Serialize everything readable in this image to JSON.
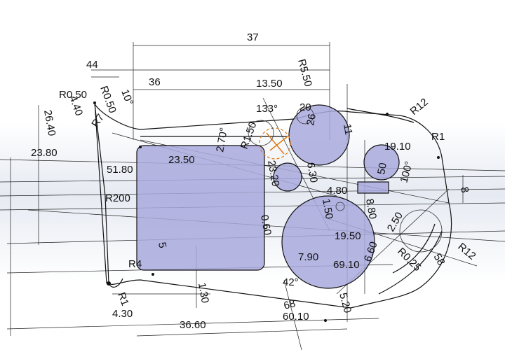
{
  "colors": {
    "face_fill": "#a9a9dd",
    "line": "#111111",
    "construction": "#e07a10",
    "background": "#e6eaf2"
  },
  "dimensions": {
    "d37": "37",
    "d44": "44",
    "d36": "36",
    "d13_50": "13.50",
    "r5_50": "R5.50",
    "d133": "133°",
    "r12": "R12",
    "r1": "R1",
    "r0_50a": "R0.50",
    "r0_50b": "R0.50",
    "d10deg": "10°",
    "d4_40": "4.40",
    "r7": "R7",
    "d26_40": "26.40",
    "d23_80": "23.80",
    "d2_70": "2.70°",
    "d23_50": "23.50",
    "d51_80": "51.80",
    "r1_50": "R1.50",
    "d19_10": "19.10",
    "d8": "8",
    "r200": "R200",
    "d5": "5",
    "d7_90": "7.90",
    "d19_50": "19.50",
    "d69_10": "69.10",
    "r4": "R4",
    "r1_30": "R1",
    "d4_30": "4.30",
    "d1_30": "1.30",
    "d42": "42°",
    "d36_60": "36.60",
    "d60_10": "60.10",
    "d68": "68",
    "d5_20": "5.20",
    "r0_25": "R0.25",
    "d4_80": "4.80",
    "d20": "20",
    "d26": "26",
    "d11": "11",
    "d6_30": "6.30",
    "d1_50": "1.50",
    "d23_20": "23.20",
    "d0_60": "0.60",
    "d8_80": "8.80",
    "d100": "100°",
    "d50": "50",
    "r12b": "R12",
    "d58": "58",
    "d6_60": "6.60",
    "d2_50": "2.50"
  }
}
